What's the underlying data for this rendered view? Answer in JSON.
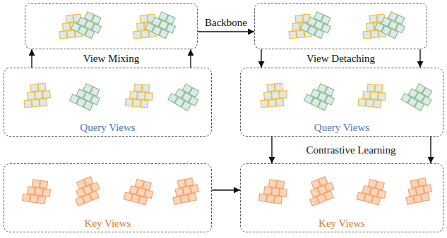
{
  "diagram": {
    "nodes": [
      {
        "text": [
          "View Mixing"
        ]
      },
      {
        "text": [
          "View Detaching"
        ]
      },
      {
        "text": [
          "Query Views"
        ]
      },
      {
        "text": [
          "Query Views"
        ]
      },
      {
        "text": [
          "Key Views"
        ]
      },
      {
        "text": [
          "Key Views"
        ]
      }
    ],
    "edges": [
      {
        "from": 2,
        "to": 0,
        "arrow": "to"
      },
      {
        "from": 2,
        "to": 0,
        "arrow": "to"
      },
      {
        "from": 0,
        "to": 1,
        "label": "Backbone",
        "arrow": "to"
      },
      {
        "from": 1,
        "to": 3,
        "arrow": "to"
      },
      {
        "from": 1,
        "to": 3,
        "arrow": "to"
      },
      {
        "from": 3,
        "to": 5,
        "arrow": "to"
      },
      {
        "from": 3,
        "to": 5,
        "arrow": "to"
      },
      {
        "from": 4,
        "to": 5,
        "arrow": "to"
      }
    ],
    "labels": [
      "Contrastive Learning"
    ]
  }
}
